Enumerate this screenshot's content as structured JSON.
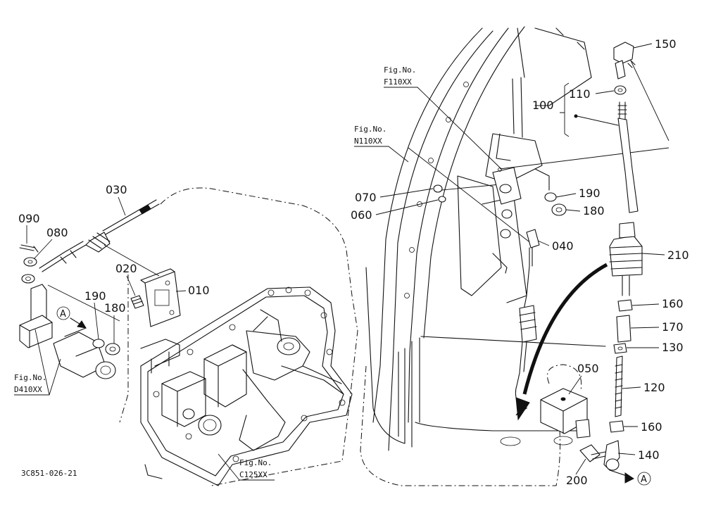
{
  "diagram_code": "3C851-026-21",
  "labels": {
    "p010": "010",
    "p020": "020",
    "p030": "030",
    "p040": "040",
    "p050": "050",
    "p060": "060",
    "p070": "070",
    "p080": "080",
    "p090": "090",
    "p100": "100",
    "p110": "110",
    "p120": "120",
    "p130": "130",
    "p140": "140",
    "p150": "150",
    "p160a": "160",
    "p160b": "160",
    "p170": "170",
    "p180a": "180",
    "p180b": "180",
    "p190a": "190",
    "p190b": "190",
    "p200": "200",
    "p210": "210"
  },
  "figures": {
    "fig_no": "Fig.No.",
    "f110": "F110XX",
    "n110": "N110XX",
    "d410": "D410XX",
    "c125": "C125XX"
  },
  "markers": {
    "a": "A"
  }
}
